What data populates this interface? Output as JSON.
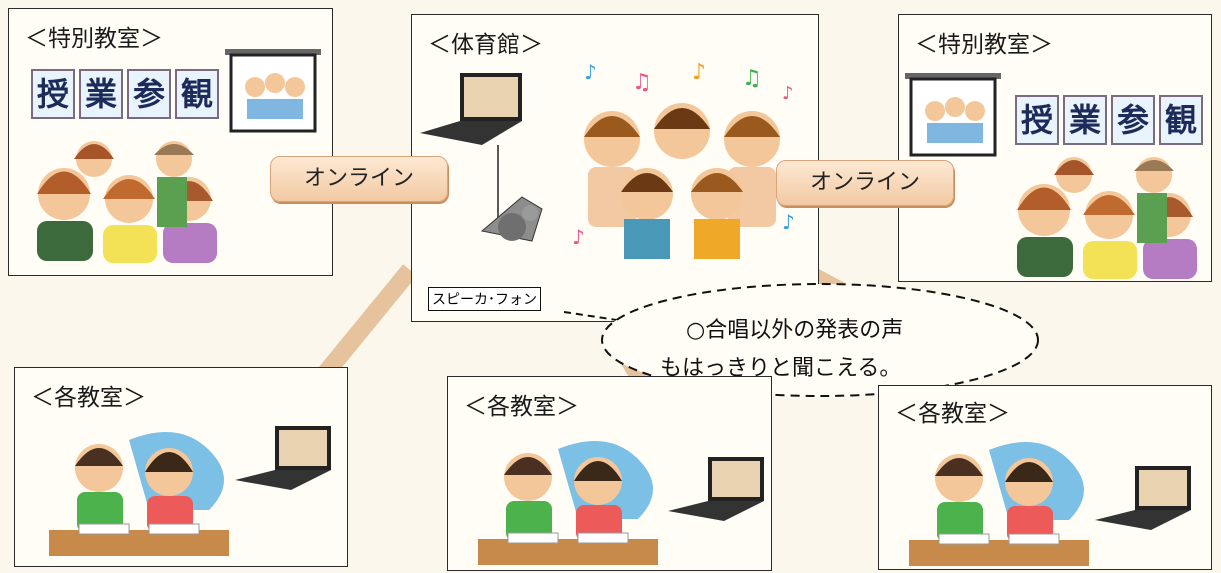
{
  "special_room_left": {
    "title": "＜特別教室＞",
    "sign_chars": [
      "授",
      "業",
      "参",
      "観"
    ]
  },
  "gym": {
    "title": "＜体育館＞",
    "speakerphone_label": "スピーカ･フォン"
  },
  "special_room_right": {
    "title": "＜特別教室＞",
    "sign_chars": [
      "授",
      "業",
      "参",
      "観"
    ]
  },
  "online_left": "オンライン",
  "online_right": "オンライン",
  "bubble": {
    "line1": "○合唱以外の発表の声",
    "line2": "もはっきりと聞こえる。"
  },
  "classroom_1": {
    "title": "＜各教室＞"
  },
  "classroom_2": {
    "title": "＜各教室＞"
  },
  "classroom_3": {
    "title": "＜各教室＞"
  }
}
